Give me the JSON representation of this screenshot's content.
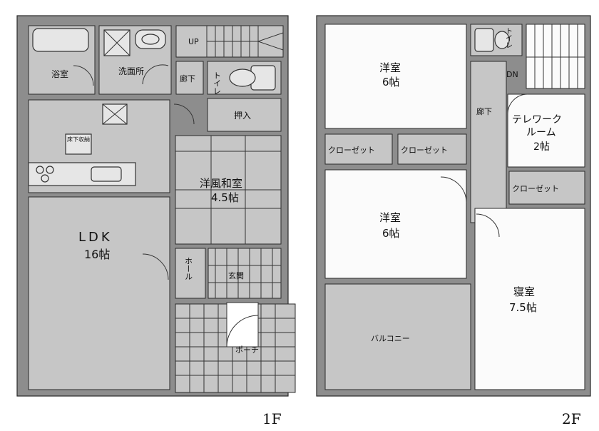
{
  "floor1": {
    "label": "1F",
    "rooms": {
      "bath": "浴室",
      "washroom": "洗面所",
      "up": "UP",
      "hall_corridor": "廊下",
      "toilet": "トイレ",
      "storage": "押入",
      "pantry": "床下収納",
      "japanese_room_name": "洋風和室",
      "japanese_room_size": "4.5帖",
      "ldk_name": "LDK",
      "ldk_size": "16帖",
      "hall": "ホール",
      "entrance": "玄関",
      "porch": "ポーチ"
    }
  },
  "floor2": {
    "label": "2F",
    "rooms": {
      "western1_name": "洋室",
      "western1_size": "6帖",
      "toilet": "トイレ",
      "dn": "DN",
      "corridor": "廊下",
      "telework_name_1": "テレワーク",
      "telework_name_2": "ルーム",
      "telework_size": "2帖",
      "closet_a": "クローゼット",
      "closet_b": "クローゼット",
      "closet_c": "クローゼット",
      "western2_name": "洋室",
      "western2_size": "6帖",
      "bedroom_name": "寝室",
      "bedroom_size": "7.5帖",
      "balcony": "バルコニー"
    }
  }
}
